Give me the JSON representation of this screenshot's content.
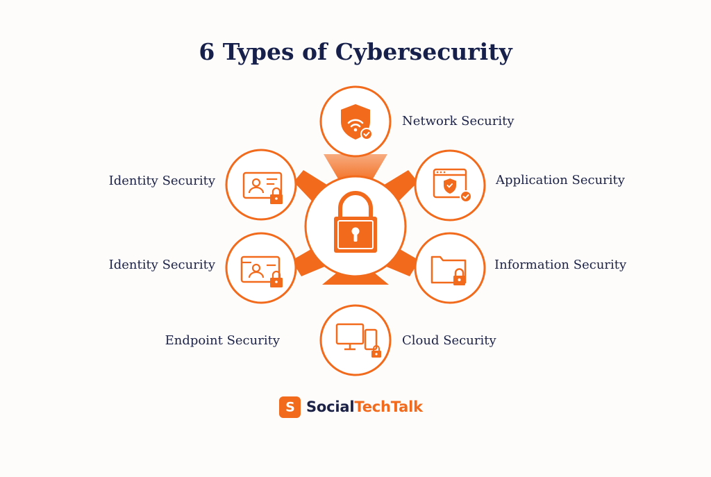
{
  "title": "6 Types of Cybersecurity",
  "center": {
    "icon": "padlock-icon"
  },
  "nodes": [
    {
      "label": "Network Security",
      "icon": "shield-wifi-icon"
    },
    {
      "label": "Application Security",
      "icon": "browser-shield-icon"
    },
    {
      "label": "Information Security",
      "icon": "folder-lock-icon"
    },
    {
      "label": "Cloud Security",
      "icon": "devices-lock-icon"
    },
    {
      "label": "Endpoint Security",
      "icon": ""
    },
    {
      "label": "Identity Security",
      "icon": "id-card-lock-icon"
    },
    {
      "label": "Identity Security",
      "icon": "id-card-lock-icon"
    }
  ],
  "brand": {
    "name_part1": "Social",
    "name_part2": "TechTalk",
    "logo_letter": "S"
  },
  "colors": {
    "accent": "#f26a1b",
    "text": "#1c2246",
    "title": "#16204a",
    "background": "#fdfcfb"
  }
}
